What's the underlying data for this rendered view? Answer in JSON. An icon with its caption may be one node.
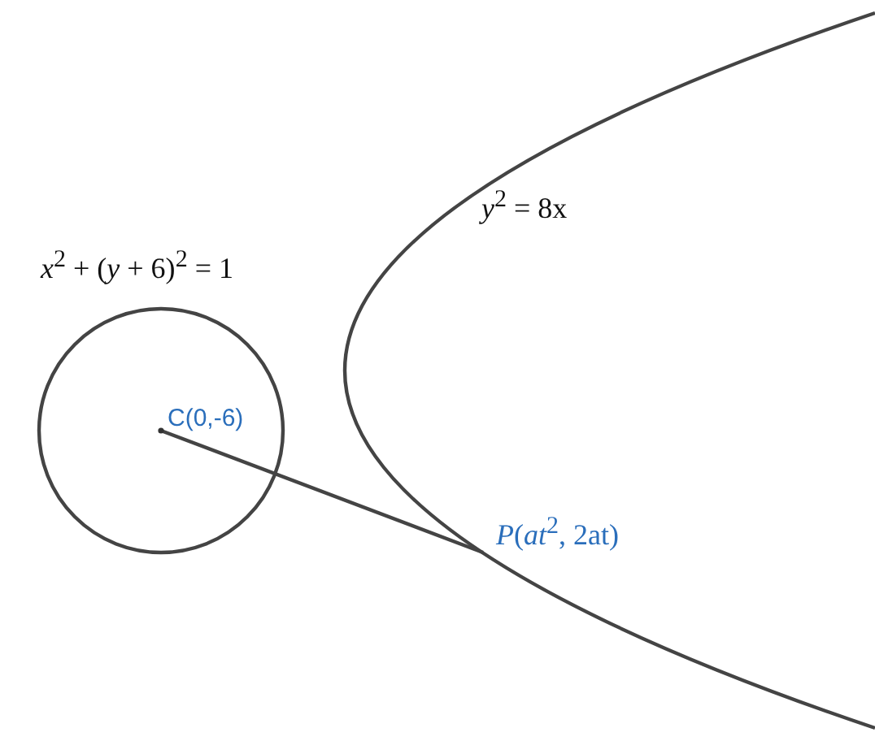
{
  "diagram": {
    "nodes": [
      {
        "text": [
          "C(0,-6)"
        ]
      },
      {
        "text": [
          "*P*(*at*$^{2}$, 2at)"
        ]
      }
    ],
    "edges": [
      {
        "from": 0,
        "to": 1,
        "arrow": "none"
      }
    ],
    "labels": [
      "*x*$^{2}$ + (*y* + 6)$^{2}$ = 1",
      "*y*$^{2}$ = 8x"
    ]
  }
}
